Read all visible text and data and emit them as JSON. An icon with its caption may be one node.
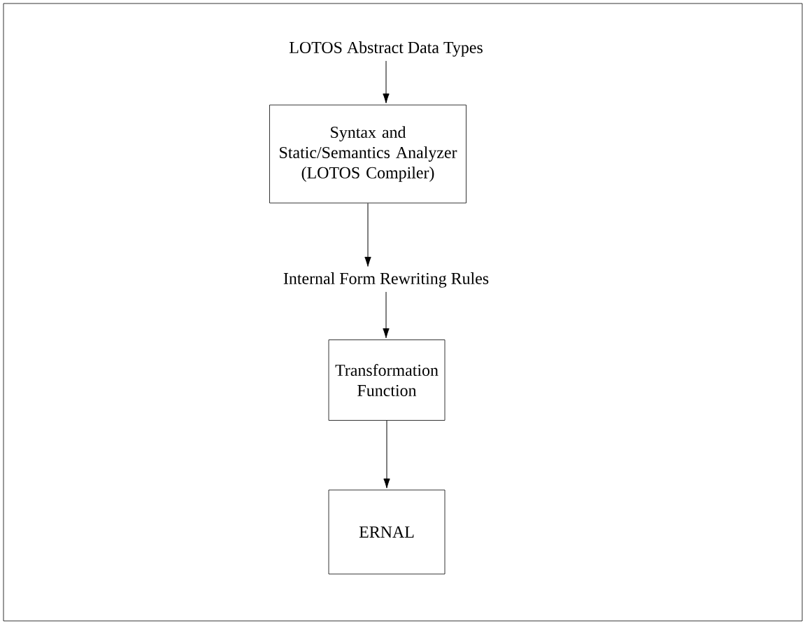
{
  "diagram": {
    "nodes": [
      {
        "text": [
          "LOTOS Abstract Data Types"
        ]
      },
      {
        "text": [
          "Syntax and Static/Semantics Analyzer (LOTOS Compiler)"
        ]
      },
      {
        "text": [
          "Internal Form Rewriting Rules"
        ]
      },
      {
        "text": [
          "Transformation Function"
        ]
      },
      {
        "text": [
          "ERNAL"
        ]
      }
    ],
    "edges": [
      {
        "from": 0,
        "to": 1,
        "arrow": "to"
      },
      {
        "from": 1,
        "to": 2,
        "arrow": "to"
      },
      {
        "from": 2,
        "to": 3,
        "arrow": "to"
      },
      {
        "from": 3,
        "to": 4,
        "arrow": "to"
      }
    ]
  }
}
